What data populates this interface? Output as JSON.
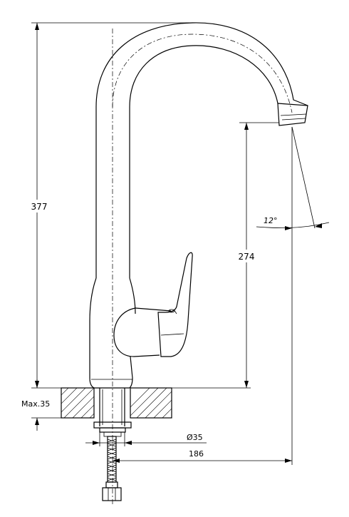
{
  "dimensions": {
    "total_height": "377",
    "spout_height": "274",
    "mount_thickness": "Max.35",
    "hole_diameter": "Ø35",
    "reach": "186",
    "angle": "12°"
  }
}
